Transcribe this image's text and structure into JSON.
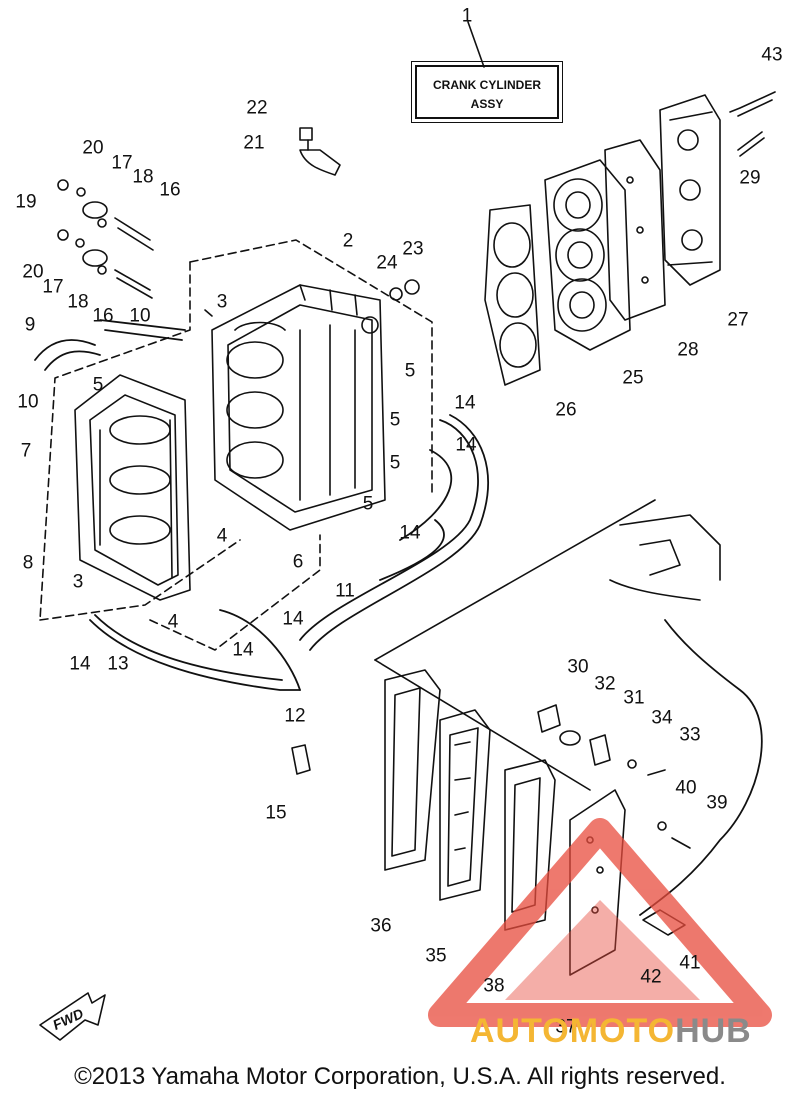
{
  "title_box": {
    "line1": "CRANK CYLINDER",
    "line2": "ASSY"
  },
  "copyright": "©2013 Yamaha Motor Corporation, U.S.A. All rights reserved.",
  "fwd": "FWD",
  "watermark": {
    "part1": "AUTOMOTO",
    "part2": "HUB",
    "colors": {
      "triangle": "#e84c3d",
      "auto": "#f4b633",
      "hub": "#8a8a8a"
    }
  },
  "callouts": [
    "1",
    "2",
    "3",
    "4",
    "5",
    "6",
    "7",
    "8",
    "9",
    "10",
    "11",
    "12",
    "13",
    "14",
    "15",
    "16",
    "17",
    "18",
    "19",
    "20",
    "21",
    "22",
    "23",
    "24",
    "25",
    "26",
    "27",
    "28",
    "29",
    "30",
    "31",
    "32",
    "33",
    "34",
    "35",
    "36",
    "37",
    "38",
    "39",
    "40",
    "41",
    "42",
    "43"
  ]
}
